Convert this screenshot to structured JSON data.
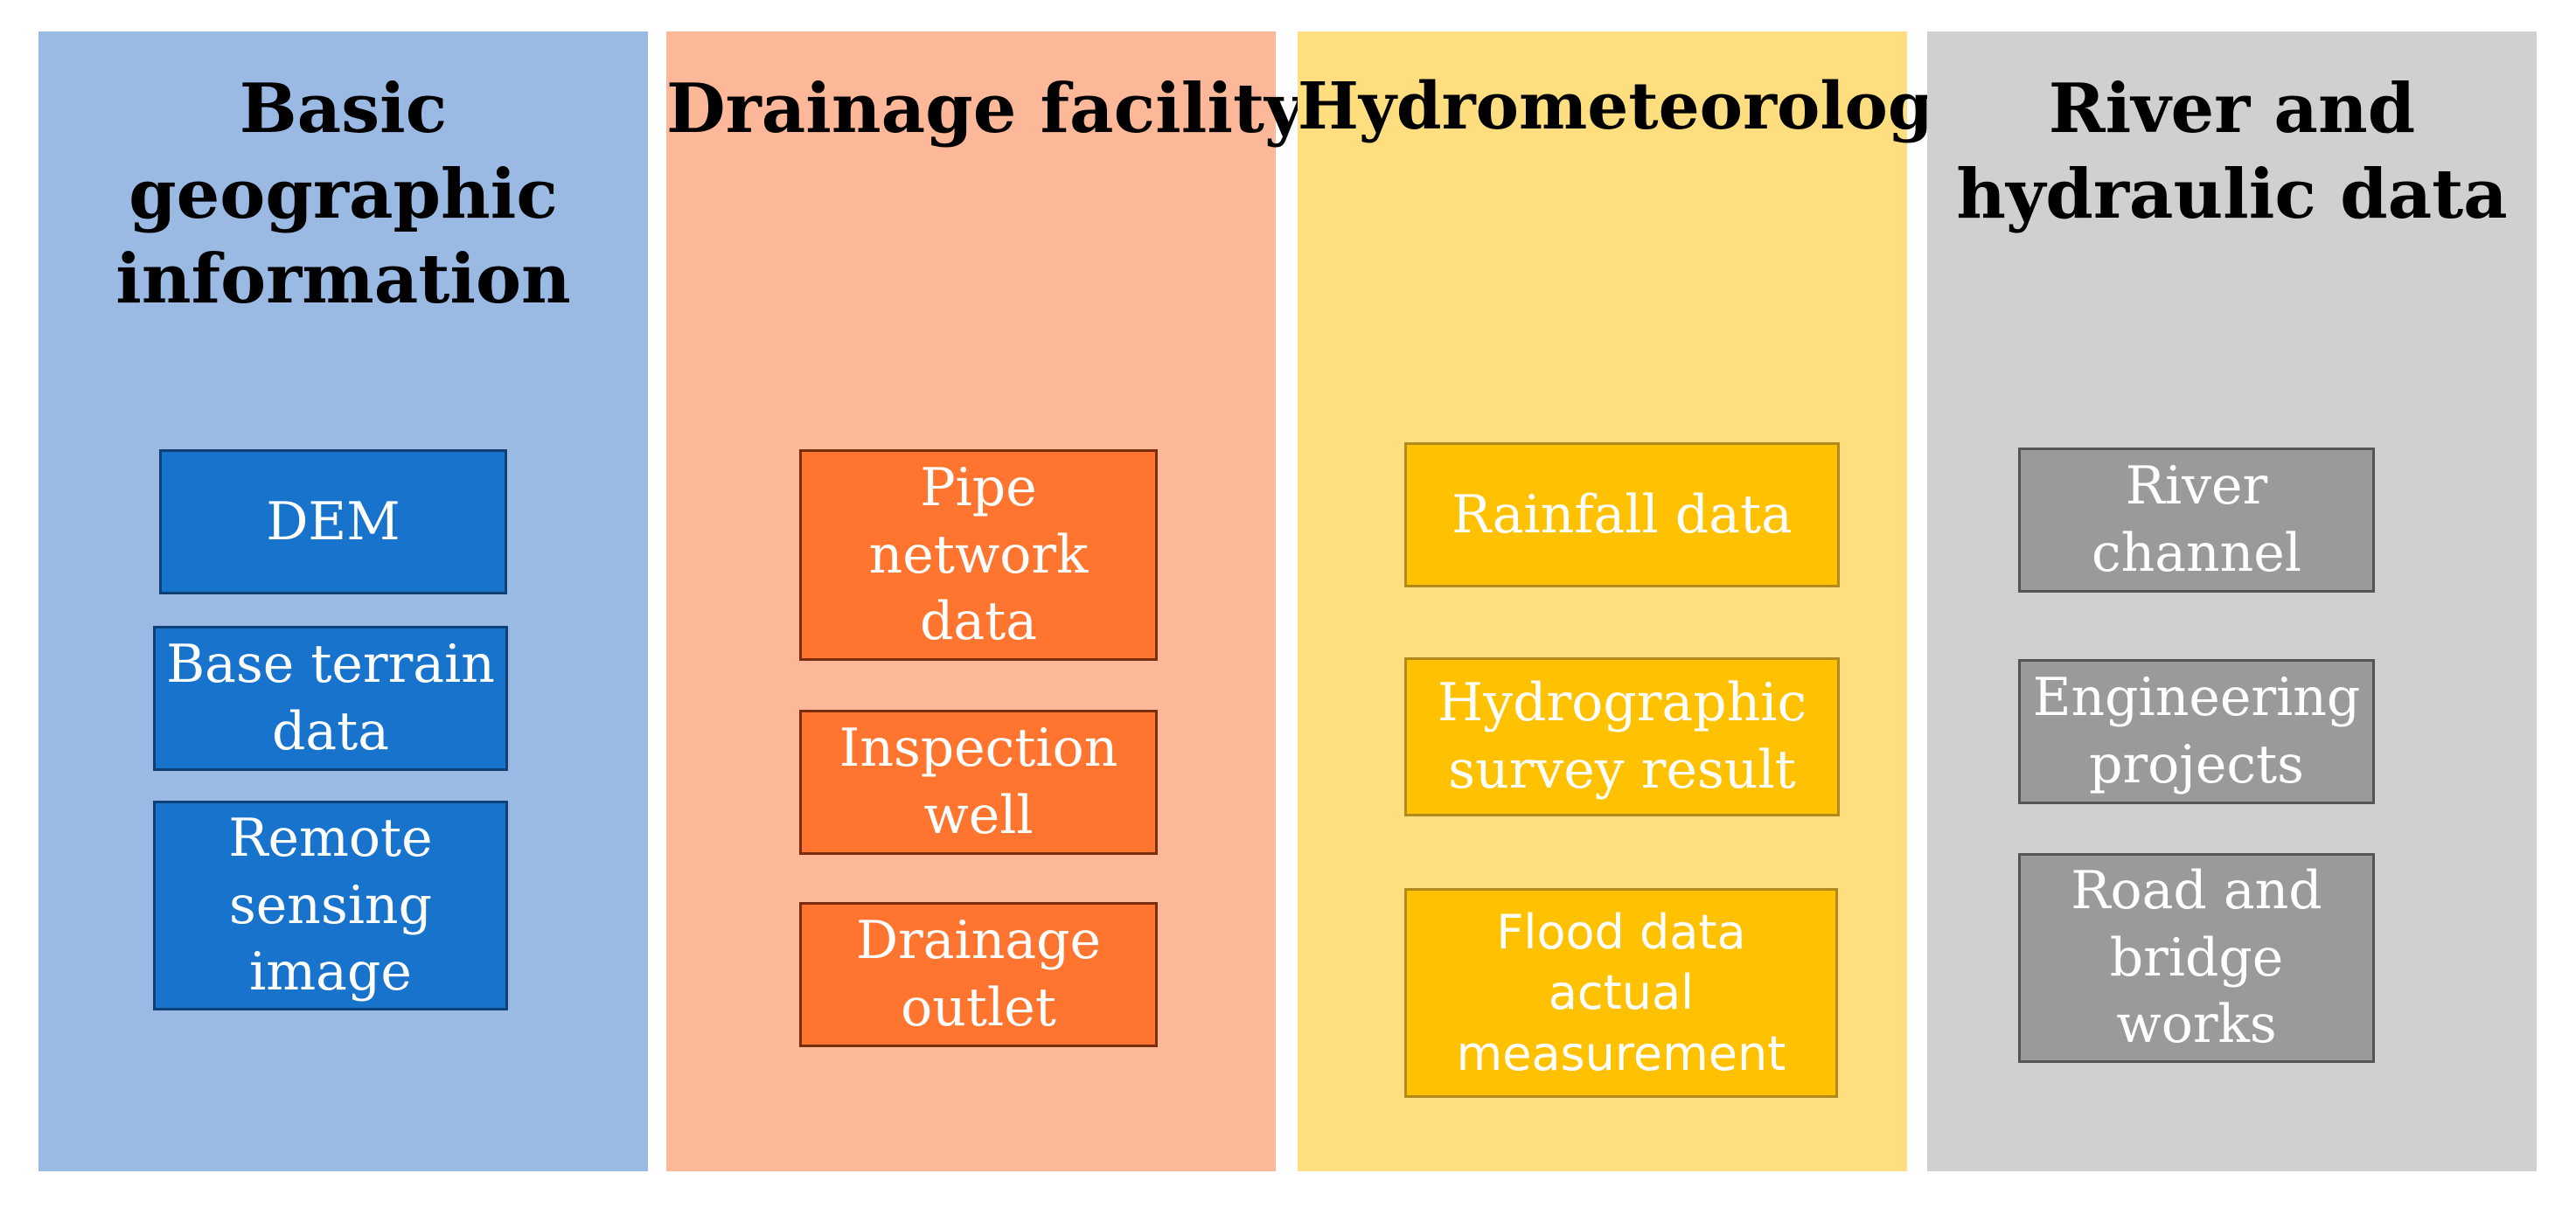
{
  "columns": [
    {
      "title": "Basic geographic\ninformation",
      "color": "#9abae4",
      "box_color": "#1873cc",
      "items": [
        "DEM",
        "Base terrain\ndata",
        "Remote\nsensing\nimage"
      ]
    },
    {
      "title": "Drainage facility",
      "color": "#fcb899",
      "box_color": "#ff7530",
      "items": [
        "Pipe\nnetwork\ndata",
        "Inspection\nwell",
        "Drainage\noutlet"
      ]
    },
    {
      "title": "Hydrometeorology",
      "color": "#ffde80",
      "box_color": "#ffc100",
      "items": [
        "Rainfall data",
        "Hydrographic\nsurvey result",
        "Flood data\nactual\nmeasurement"
      ]
    },
    {
      "title": "River and\nhydraulic data",
      "color": "#d0d0d0",
      "box_color": "#9a9a9a",
      "items": [
        "River\nchannel",
        "Engineering\nprojects",
        "Road and\nbridge\nworks"
      ]
    }
  ]
}
